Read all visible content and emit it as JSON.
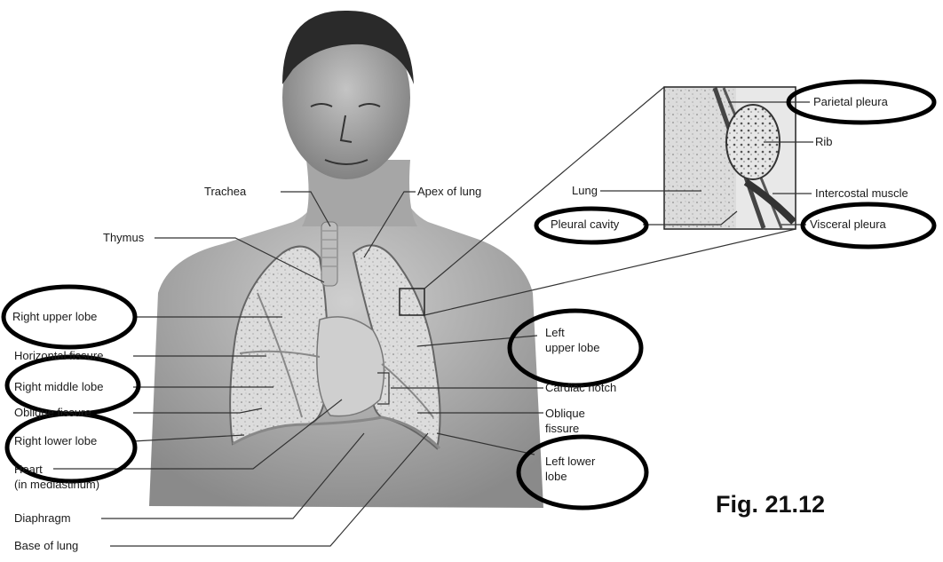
{
  "figure_number": "Fig. 21.12",
  "labels": {
    "trachea": "Trachea",
    "apex_of_lung": "Apex of lung",
    "thymus": "Thymus",
    "right_upper_lobe": "Right upper lobe",
    "horizontal_fissure": "Horizontal fissure",
    "right_middle_lobe": "Right middle lobe",
    "oblique_fissure_right": "Oblique fissure",
    "right_lower_lobe": "Right lower lobe",
    "heart": "Heart\n(in mediastinum)",
    "diaphragm": "Diaphragm",
    "base_of_lung": "Base of lung",
    "left_upper_lobe": "Left\nupper lobe",
    "cardiac_notch": "Cardiac notch",
    "oblique_fissure_left": "Oblique\nfissure",
    "left_lower_lobe": "Left lower\nlobe"
  },
  "inset_labels": {
    "parietal_pleura": "Parietal pleura",
    "rib": "Rib",
    "lung": "Lung",
    "intercostal_muscle": "Intercostal muscle",
    "pleural_cavity": "Pleural cavity",
    "visceral_pleura": "Visceral pleura"
  }
}
